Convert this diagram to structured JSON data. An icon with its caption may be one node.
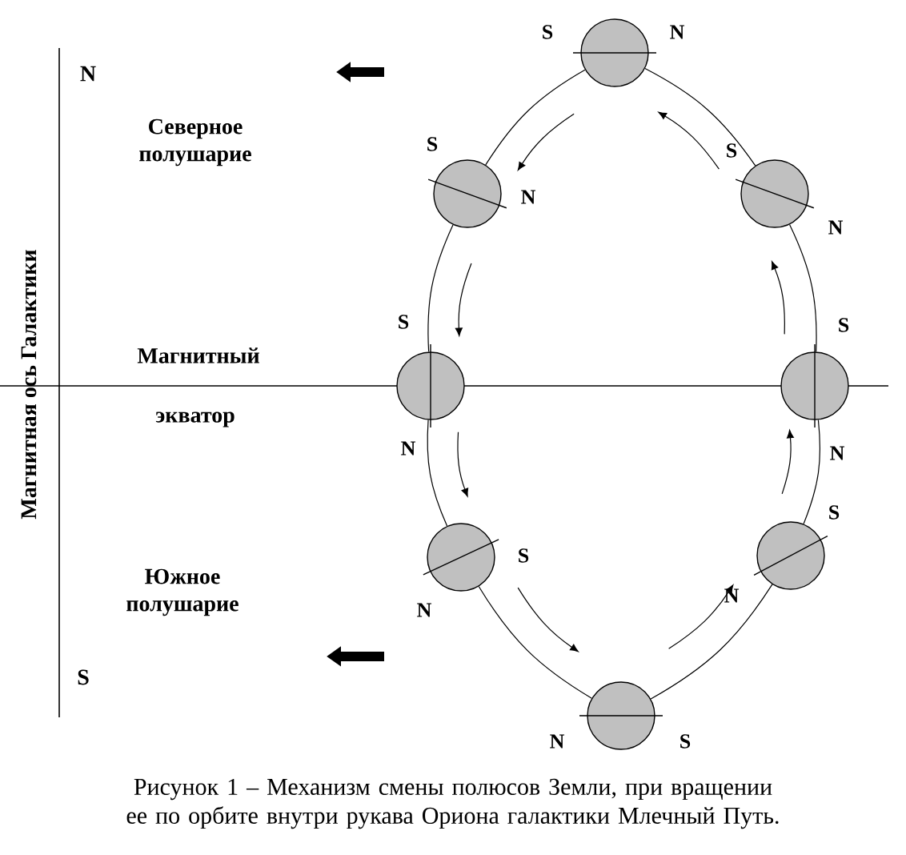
{
  "diagram": {
    "caption": "Рисунок 1 – Механизм смены полюсов Земли, при вращении ее по орбите внутри рукава Ориона галактики Млечный Путь.",
    "nodes": [
      {
        "text": [],
        "shape": "circle",
        "beside": [
          "S",
          "N"
        ]
      },
      {
        "text": [],
        "shape": "circle",
        "beside": [
          "S",
          "N"
        ]
      },
      {
        "text": [],
        "shape": "circle",
        "beside": [
          "S",
          "N"
        ]
      },
      {
        "text": [],
        "shape": "circle",
        "beside": [
          "S",
          "N"
        ]
      },
      {
        "text": [],
        "shape": "circle",
        "beside": [
          "N",
          "S"
        ]
      },
      {
        "text": [],
        "shape": "circle",
        "beside": [
          "S",
          "N"
        ]
      },
      {
        "text": [],
        "shape": "circle",
        "beside": [
          "S",
          "N"
        ]
      },
      {
        "text": [],
        "shape": "circle",
        "beside": [
          "S",
          "N"
        ]
      }
    ],
    "edges": [
      {
        "from": 0,
        "to": 1,
        "arrow": "none"
      },
      {
        "from": 1,
        "to": 2,
        "arrow": "none"
      },
      {
        "from": 2,
        "to": 3,
        "arrow": "none"
      },
      {
        "from": 3,
        "to": 4,
        "arrow": "none"
      },
      {
        "from": 4,
        "to": 5,
        "arrow": "none"
      },
      {
        "from": 5,
        "to": 6,
        "arrow": "none"
      },
      {
        "from": 6,
        "to": 7,
        "arrow": "none"
      },
      {
        "from": 7,
        "to": 0,
        "arrow": "none"
      }
    ],
    "labels": [
      "N",
      "Северное полушарие",
      "Магнитный",
      "экватор",
      "Южное полушарие",
      "S",
      "Магнитная ось Галактики"
    ]
  }
}
